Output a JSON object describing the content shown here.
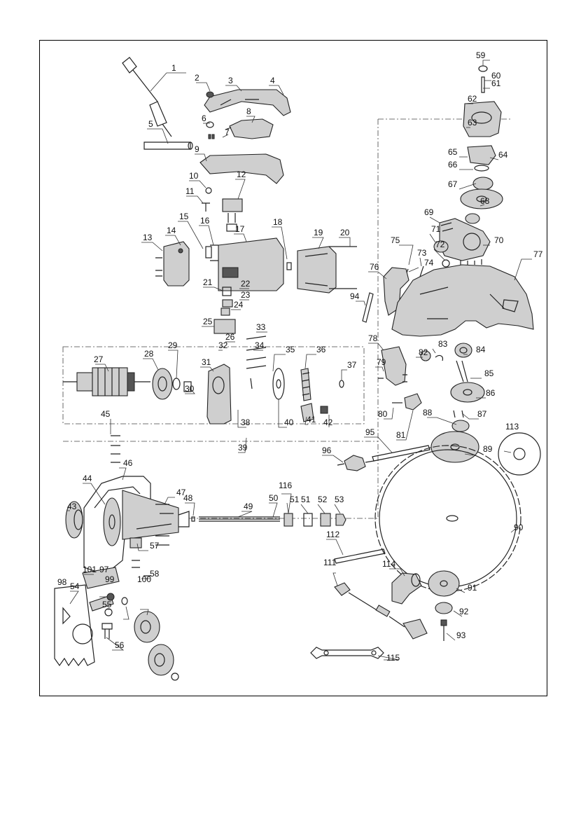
{
  "diagram": {
    "type": "exploded-parts-view",
    "part_numbers": [
      "1",
      "2",
      "3",
      "4",
      "5",
      "6",
      "7",
      "8",
      "9",
      "10",
      "11",
      "12",
      "13",
      "14",
      "15",
      "16",
      "17",
      "18",
      "19",
      "20",
      "21",
      "22",
      "23",
      "24",
      "25",
      "26",
      "27",
      "28",
      "29",
      "30",
      "31",
      "32",
      "33",
      "34",
      "35",
      "36",
      "37",
      "38",
      "39",
      "40",
      "41",
      "42",
      "43",
      "44",
      "45",
      "46",
      "47",
      "48",
      "49",
      "50",
      "51",
      "51",
      "52",
      "53",
      "54",
      "55",
      "56",
      "57",
      "58",
      "59",
      "60",
      "61",
      "62",
      "63",
      "64",
      "65",
      "66",
      "67",
      "68",
      "69",
      "70",
      "71",
      "72",
      "73",
      "74",
      "75",
      "76",
      "77",
      "78",
      "79",
      "80",
      "81",
      "82",
      "83",
      "84",
      "85",
      "86",
      "87",
      "88",
      "89",
      "90",
      "91",
      "92",
      "93",
      "94",
      "95",
      "96",
      "97",
      "98",
      "99",
      "100",
      "101",
      "111",
      "112",
      "113",
      "114",
      "115",
      "116"
    ]
  }
}
